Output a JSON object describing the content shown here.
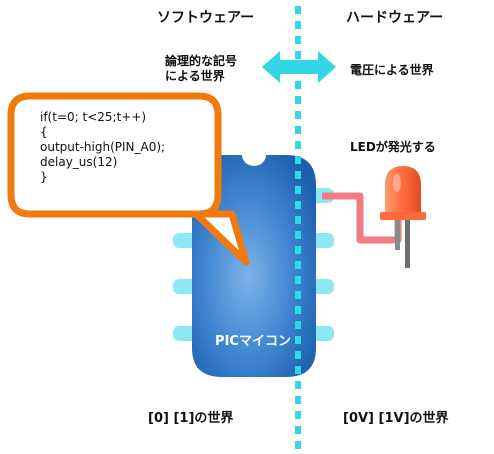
{
  "labels": {
    "software": "ソフトウェアー",
    "hardware": "ハードウェアー",
    "logical_symbols_line1": "論理的な記号",
    "logical_symbols_line2": "による世界",
    "voltage_world": "電圧による世界",
    "led_lights": "LEDが発光する",
    "digital_world": "[0] [1]の世界",
    "voltage_levels_world": "[0V] [1V]の世界",
    "chip_name": "PICマイコン"
  },
  "code_lines": [
    "if(t=0; t<25;t++)",
    "{",
    "output-high(PIN_A0);",
    "delay_us(12)",
    "}"
  ],
  "colors": {
    "divider": "#33d6e6",
    "chip_blue": "#2f74c4",
    "pin_cyan": "#8ee8f4",
    "bubble_border": "#f07a10",
    "wire_pink": "#f07c85",
    "led_orange": "#ff6a3c",
    "led_lead_gray": "#7a7a7a"
  },
  "icons": {
    "arrow": "double-headed-arrow-icon",
    "led": "led-icon",
    "chip": "microcontroller-chip-icon",
    "bubble": "speech-bubble"
  }
}
